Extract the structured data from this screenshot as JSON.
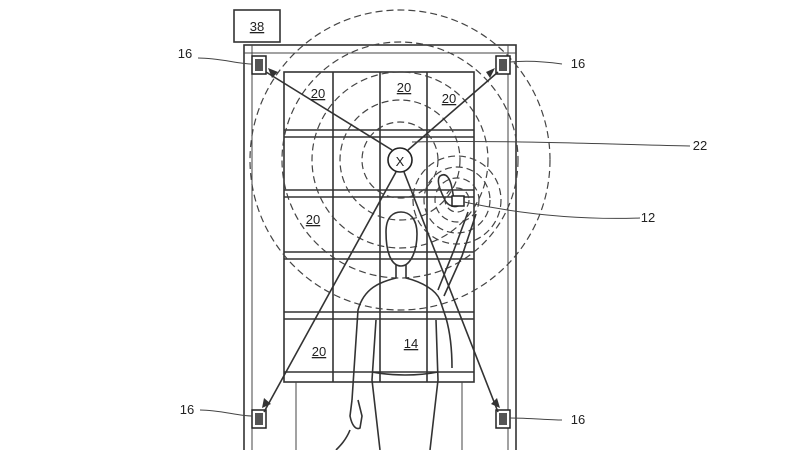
{
  "labels": {
    "controller": "38",
    "sensor_top_left": "16",
    "sensor_top_right": "16",
    "sensor_bottom_left": "16",
    "sensor_bottom_right": "16",
    "bin_top_1": "20",
    "bin_top_2": "20",
    "bin_top_3": "20",
    "bin_mid": "20",
    "bin_low": "20",
    "worker": "14",
    "target": "22",
    "wrist_device": "12",
    "target_mark": "X"
  }
}
